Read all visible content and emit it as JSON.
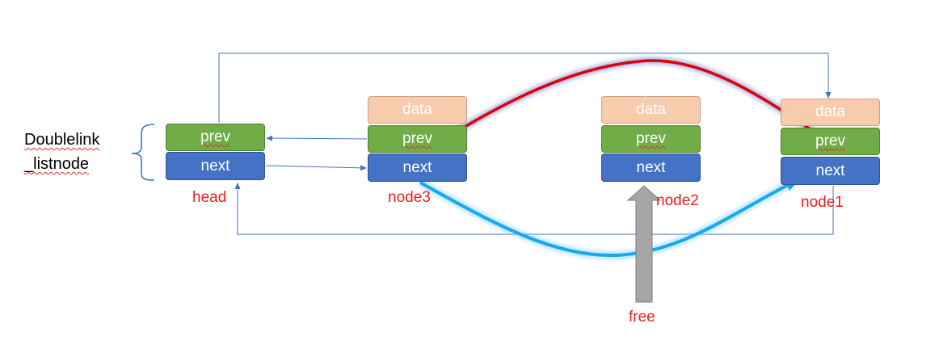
{
  "struct_label_line1": "Doublelink",
  "struct_label_line2": "_listnode",
  "nodes": {
    "head": {
      "label": "head",
      "prev": "prev",
      "next": "next"
    },
    "node3": {
      "label": "node3",
      "data": "data",
      "prev": "prev",
      "next": "next"
    },
    "node2": {
      "label": "node2",
      "data": "data",
      "prev": "prev",
      "next": "next"
    },
    "node1": {
      "label": "node1",
      "data": "data",
      "prev": "prev",
      "next": "next"
    }
  },
  "free_label": "free",
  "colors": {
    "data_fill": "#f8cbad",
    "prev_fill": "#70ad47",
    "next_fill": "#4472c4",
    "thin_arrow": "#4472c4",
    "red_arrow": "#e00000",
    "blue_arrow": "#1aa7ec",
    "free_arrow": "#a6a6a6",
    "label_red": "#e82020"
  }
}
